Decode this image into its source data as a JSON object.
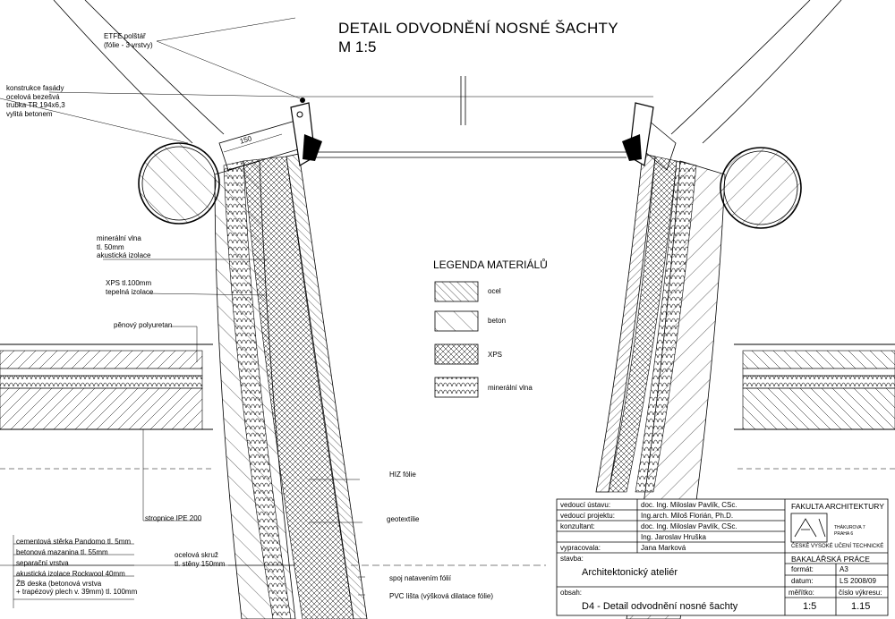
{
  "drawing": {
    "title": "DETAIL ODVODNĚNÍ NOSNÉ ŠACHTY",
    "scale": "M 1:5",
    "dimension": "150"
  },
  "labels": {
    "etfe": [
      "ETFE polštář",
      "(fólie - 3 vrstvy)"
    ],
    "facade": [
      "konstrukce fasády",
      "ocelová bezešvá",
      "trubka TR 194x6,3",
      "vylitá betonem"
    ],
    "mineral_wool": [
      "minerální vlna",
      "tl. 50mm",
      "akustická izolace"
    ],
    "xps": [
      "XPS tl.100mm",
      "tepelná izolace"
    ],
    "foam": "pěnový polyuretan",
    "hiz": "HIZ fólie",
    "geotextile": "geotextílie",
    "ipe": "stropnice IPE 200",
    "shell": [
      "ocelová skruž",
      "tl. stěny 150mm"
    ],
    "foil_joint": "spoj natavením fólií",
    "pvc": "PVC lišta (výšková dilatace fólie)",
    "layers": [
      "cementová stěrka Pandomo tl. 5mm",
      "betonová mazanina tl. 55mm",
      "separační vrstva",
      "akustická izolace Rockwool 40mm",
      "ŽB deska (betonová vrstva",
      "+ trapézový plech v. 39mm) tl. 100mm"
    ]
  },
  "legend": {
    "title": "LEGENDA MATERIÁLŮ",
    "items": [
      "ocel",
      "beton",
      "XPS",
      "minerální vlna"
    ]
  },
  "titleblock": {
    "rows": [
      {
        "k": "vedoucí ústavu:",
        "v": "doc. Ing. Miloslav Pavlík, CSc."
      },
      {
        "k": "vedoucí projektu:",
        "v": "Ing.arch. Miloš Florián, Ph.D."
      },
      {
        "k": "konzultant:",
        "v": "doc. Ing. Miloslav Pavlík, CSc."
      },
      {
        "k": "",
        "v": "Ing. Jaroslav Hruška"
      },
      {
        "k": "vypracovala:",
        "v": "Jana Marková"
      }
    ],
    "stavba_label": "stavba:",
    "stavba": "Architektonický ateliér",
    "obsah_label": "obsah:",
    "obsah": "D4 - Detail odvodnění nosné šachty",
    "faculty": "FAKULTA  ARCHITEKTURY",
    "address": [
      "THÁKUROVA 7",
      "PRAHA 6"
    ],
    "university": "ČESKÉ VYSOKÉ UČENÍ TECHNICKÉ",
    "work": "BAKALÁŘSKÁ PRÁCE",
    "format_label": "formát:",
    "format": "A3",
    "date_label": "datum:",
    "date": "LS 2008/09",
    "meritko_label": "měřítko:",
    "meritko": "1:5",
    "cislo_label": "číslo výkresu:",
    "cislo": "1.15"
  }
}
